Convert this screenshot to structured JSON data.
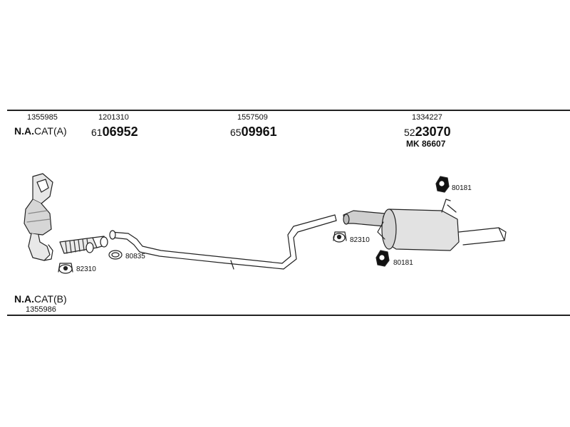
{
  "header": {
    "columns": [
      {
        "ref": "1355985",
        "label_bold": "N.A.",
        "label_rest": "CAT(A)"
      },
      {
        "ref": "1201310",
        "code_prefix": "61",
        "code_main": "06952"
      },
      {
        "ref": "1557509",
        "code_prefix": "65",
        "code_main": "09961"
      },
      {
        "ref": "1334227",
        "code_prefix": "52",
        "code_main": "23070",
        "kit": "MK  86607"
      }
    ]
  },
  "footer": {
    "label_bold": "N.A.",
    "label_rest": "CAT(B)",
    "ref": "1355986"
  },
  "parts": {
    "clamp_front": "82310",
    "gasket": "80835",
    "clamp_rear": "82310",
    "hanger_top": "80181",
    "hanger_bottom": "80181"
  }
}
